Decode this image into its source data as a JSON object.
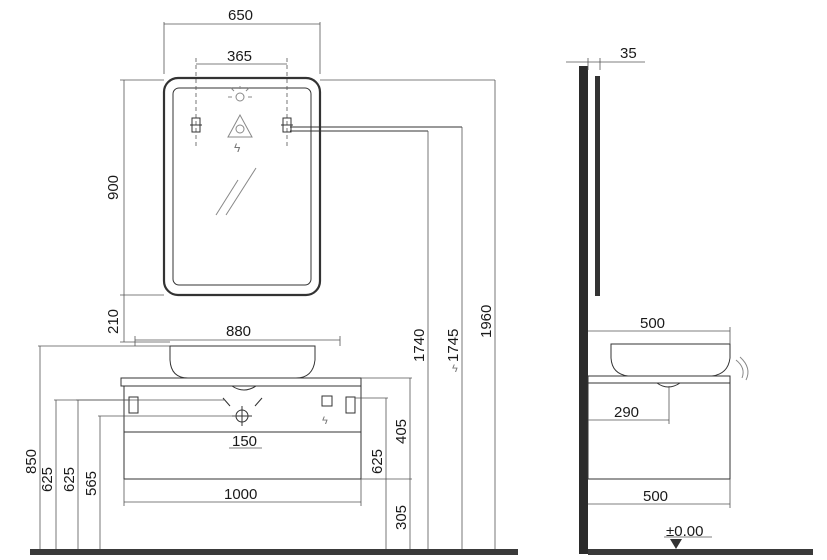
{
  "front_view": {
    "mirror_width": "650",
    "mirror_fixing_spacing": "365",
    "mirror_height": "900",
    "gap_mirror_to_counter": "210",
    "basin_width": "880",
    "waste_spacing": "150",
    "cabinet_width": "1000",
    "height_total_left": "850",
    "height_625_left_a": "625",
    "height_625_left_b": "625",
    "height_565": "565",
    "drawer_height": "405",
    "height_625_right": "625",
    "plinth_height": "305",
    "socket_height": "1740",
    "switch_height": "1745",
    "mirror_top_height": "1960"
  },
  "side_view": {
    "mirror_depth": "35",
    "basin_depth": "500",
    "waste_offset": "290",
    "cabinet_depth": "500",
    "floor_level": "±0.00"
  },
  "colors": {
    "line": "#333333",
    "wall": "#2b2b2b",
    "floor": "#3a3a3a"
  }
}
